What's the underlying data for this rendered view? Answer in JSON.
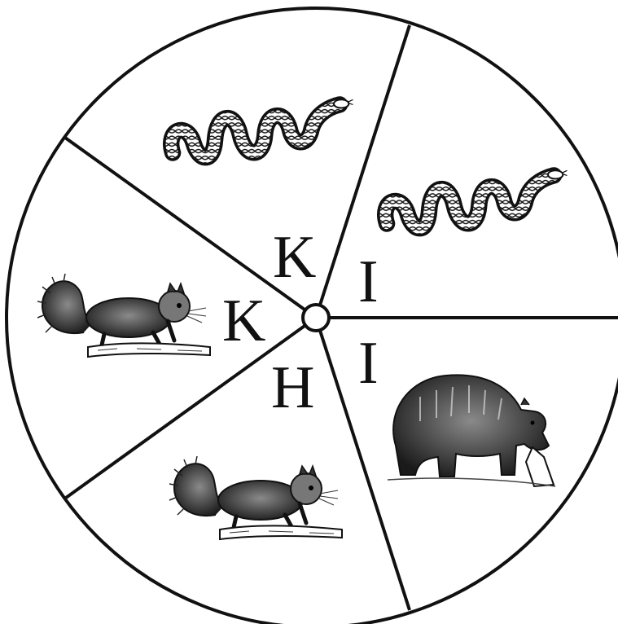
{
  "spinner": {
    "segments": [
      {
        "letter": "K",
        "animal": "snake"
      },
      {
        "letter": "I",
        "animal": "snake"
      },
      {
        "letter": "I",
        "animal": "bear"
      },
      {
        "letter": "H",
        "animal": "squirrel"
      },
      {
        "letter": "K",
        "animal": "squirrel"
      }
    ]
  },
  "colors": {
    "ink": "#111111",
    "paper": "#ffffff"
  }
}
